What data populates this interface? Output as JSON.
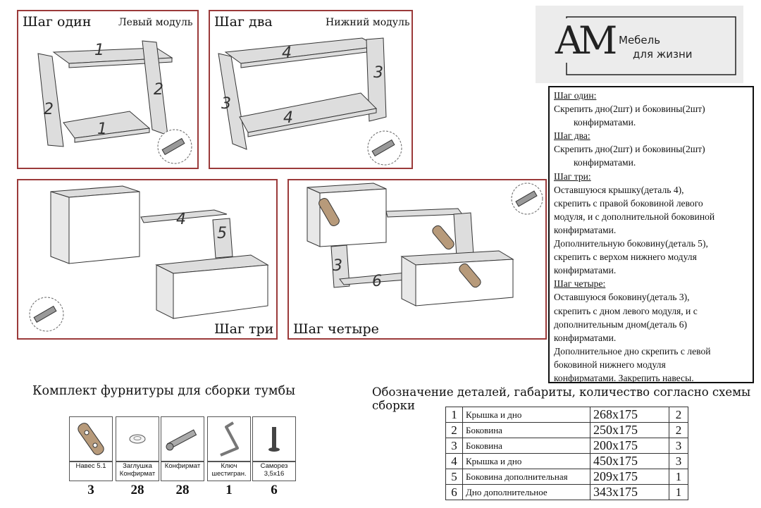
{
  "steps": [
    {
      "title": "Шаг один",
      "subtitle": "Левый модуль"
    },
    {
      "title": "Шаг два",
      "subtitle": "Нижний модуль"
    },
    {
      "title": "Шаг три",
      "subtitle": ""
    },
    {
      "title": "Шаг четыре",
      "subtitle": ""
    }
  ],
  "part_labels": {
    "s1": [
      "1",
      "1",
      "2",
      "2"
    ],
    "s2": [
      "4",
      "4",
      "3",
      "3"
    ],
    "s3": [
      "4",
      "5"
    ],
    "s4": [
      "3",
      "6"
    ]
  },
  "logo": {
    "monogram": "AM",
    "line1": "Мебель",
    "line2": "для жизни"
  },
  "instructions": [
    {
      "heading": "Шаг один:",
      "lines": [
        "Скрепить дно(2шт) и боковины(2шт)",
        "конфирматами."
      ]
    },
    {
      "heading": "Шаг два:",
      "lines": [
        "Скрепить дно(2шт) и боковины(2шт)",
        "конфирматами."
      ]
    },
    {
      "heading": "Шаг три:",
      "lines": [
        "Оставшуюся крышку(деталь 4),",
        "скрепить с правой боковиной левого",
        "модуля, и с дополнительной боковиной",
        "конфирматами.",
        "Дополнительную боковину(деталь 5),",
        "скрепить с верхом нижнего модуля",
        "конфирматами."
      ]
    },
    {
      "heading": "Шаг четыре:",
      "lines": [
        "Оставшуюся боковину(деталь 3),",
        "скрепить с дном левого модуля, и с",
        "дополнительным дном(деталь 6)",
        "конфирматами.",
        "Дополнительное дно скрепить с левой",
        "боковиной нижнего модуля",
        "конфирматами. Закрепить навесы."
      ]
    }
  ],
  "hardware": {
    "title": "Комплект фурнитуры для сборки тумбы",
    "items": [
      {
        "icon": "hanger-plate-icon",
        "label": "Навес 5.1",
        "count": "3"
      },
      {
        "icon": "cap-plug-icon",
        "label": "Заглушка Конфирмат",
        "count": "28"
      },
      {
        "icon": "confirmat-screw-icon",
        "label": "Конфирмат",
        "count": "28"
      },
      {
        "icon": "hex-key-icon",
        "label": "Ключ шестигран.",
        "count": "1"
      },
      {
        "icon": "wood-screw-icon",
        "label": "Саморез 3,5х16",
        "count": "6"
      }
    ]
  },
  "parts": {
    "title": "Обозначение деталей, габариты, количество согласно схемы сборки",
    "rows": [
      {
        "n": "1",
        "name": "Крышка и дно",
        "dims": "268х175",
        "qty": "2"
      },
      {
        "n": "2",
        "name": "Боковина",
        "dims": "250х175",
        "qty": "2"
      },
      {
        "n": "3",
        "name": "Боковина",
        "dims": "200х175",
        "qty": "3"
      },
      {
        "n": "4",
        "name": "Крышка и дно",
        "dims": "450х175",
        "qty": "3"
      },
      {
        "n": "5",
        "name": "Боковина дополнительная",
        "dims": "209х175",
        "qty": "1"
      },
      {
        "n": "6",
        "name": "Дно дополнительное",
        "dims": "343х175",
        "qty": "1"
      }
    ]
  }
}
